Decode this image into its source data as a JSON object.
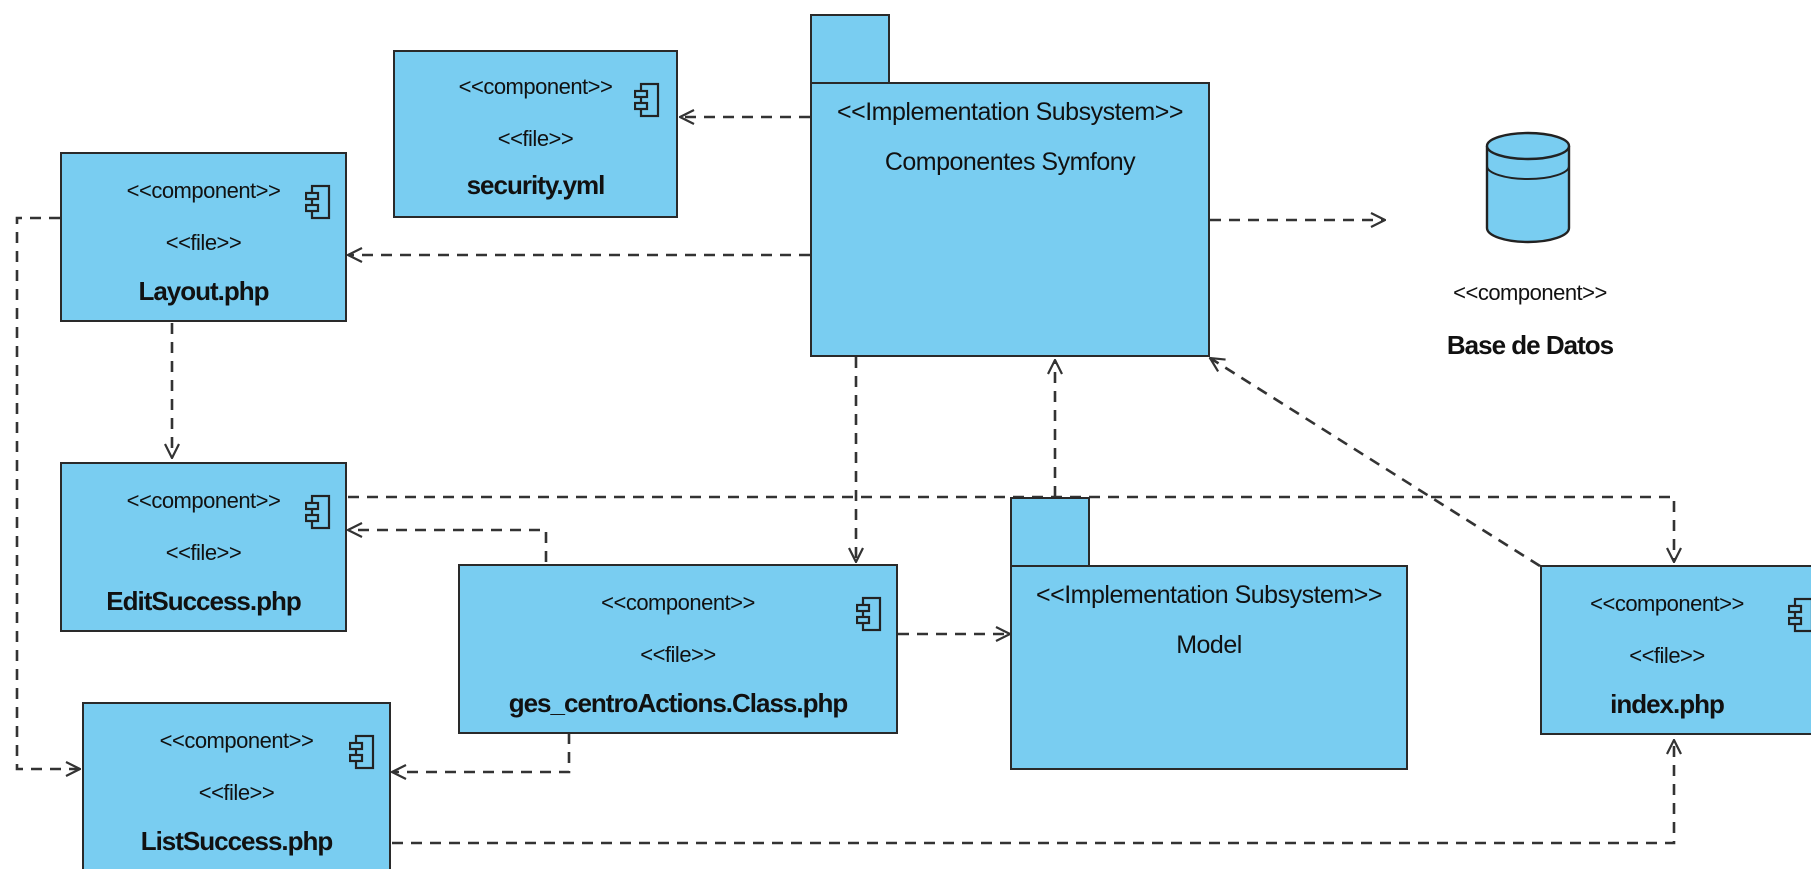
{
  "stereotypes": {
    "component": "<<component>>",
    "file": "<<file>>",
    "subsystem": "<<Implementation Subsystem>>"
  },
  "components": {
    "security": "security.yml",
    "layout": "Layout.php",
    "edit": "EditSuccess.php",
    "actions": "ges_centroActions.Class.php",
    "list": "ListSuccess.php",
    "index": "index.php"
  },
  "subsystems": {
    "symfony": "Componentes Symfony",
    "model": "Model"
  },
  "database": {
    "stereotype": "<<component>>",
    "name": "Base de Datos"
  },
  "colors": {
    "fill": "#79cdf1",
    "stroke": "#2a2a2a",
    "edge": "#333333"
  }
}
